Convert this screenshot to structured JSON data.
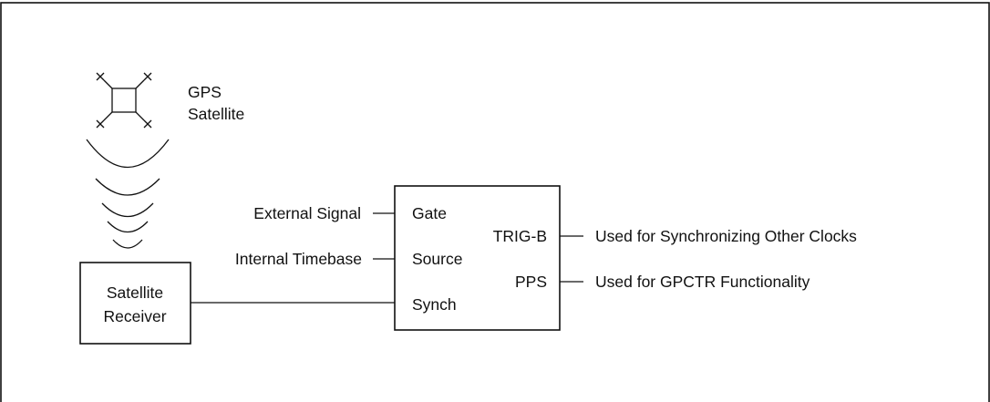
{
  "satellite": {
    "label_line1": "GPS",
    "label_line2": "Satellite"
  },
  "receiver": {
    "label_line1": "Satellite",
    "label_line2": "Receiver"
  },
  "board": {
    "pin_gate": "Gate",
    "pin_source": "Source",
    "pin_synch": "Synch",
    "pin_trig_b": "TRIG-B",
    "pin_pps": "PPS"
  },
  "inputs": {
    "external_signal": "External Signal",
    "internal_timebase": "Internal Timebase"
  },
  "outputs": {
    "trig_b_use": "Used for Synchronizing Other Clocks",
    "pps_use": "Used for GPCTR Functionality"
  }
}
